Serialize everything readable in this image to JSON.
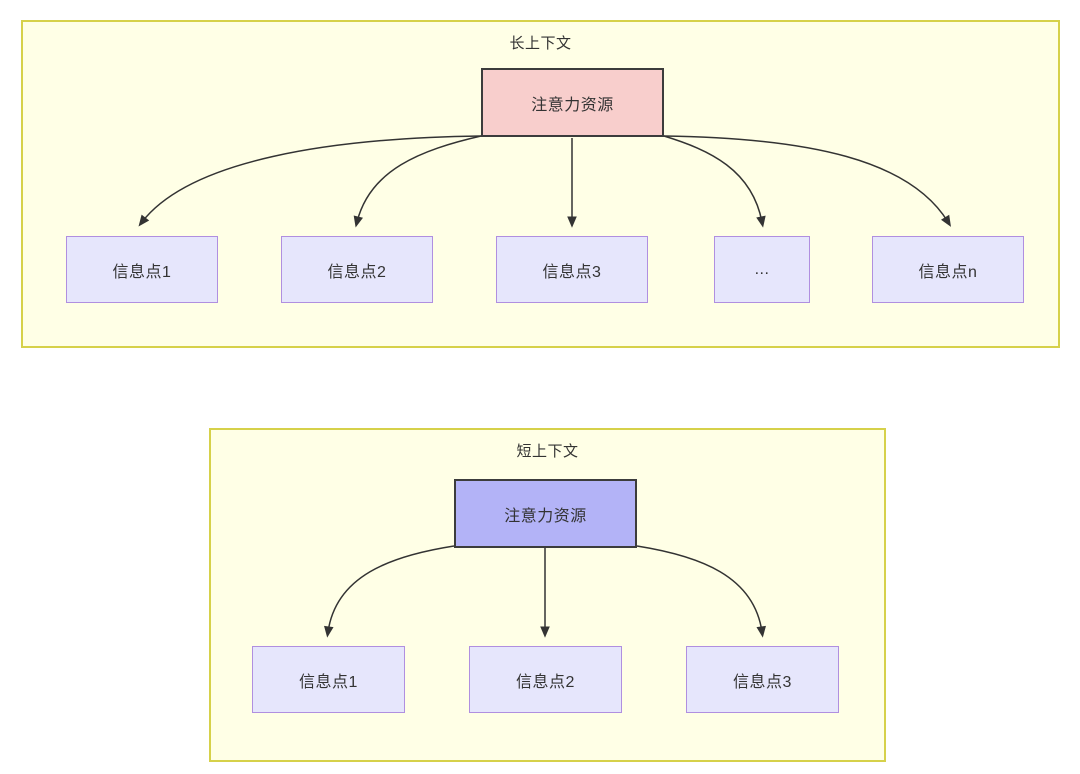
{
  "diagram": {
    "type": "flow-diagram",
    "title_visible": false,
    "colors": {
      "panel_fill": "#ffffe6",
      "panel_border": "#d6d14a",
      "attention_long_fill": "#f8cecc",
      "attention_long_border": "#3c3c3c",
      "attention_short_fill": "#b3b3f7",
      "attention_short_border": "#3c3c3c",
      "info_fill": "#e6e6fc",
      "info_border": "#b08fe0",
      "edge_stroke": "#333333",
      "text": "#333333"
    },
    "panels": [
      {
        "id": "long-context",
        "title": "长上下文",
        "root": {
          "id": "attention-long",
          "label": "注意力资源"
        },
        "leaves": [
          {
            "id": "info-point-1",
            "label": "信息点1"
          },
          {
            "id": "info-point-2",
            "label": "信息点2"
          },
          {
            "id": "info-point-3",
            "label": "信息点3"
          },
          {
            "id": "info-point-ellipsis",
            "label": "..."
          },
          {
            "id": "info-point-n",
            "label": "信息点n"
          }
        ],
        "edge_count": 5
      },
      {
        "id": "short-context",
        "title": "短上下文",
        "root": {
          "id": "attention-short",
          "label": "注意力资源"
        },
        "leaves": [
          {
            "id": "info-point-1",
            "label": "信息点1"
          },
          {
            "id": "info-point-2",
            "label": "信息点2"
          },
          {
            "id": "info-point-3",
            "label": "信息点3"
          }
        ],
        "edge_count": 3
      }
    ]
  }
}
